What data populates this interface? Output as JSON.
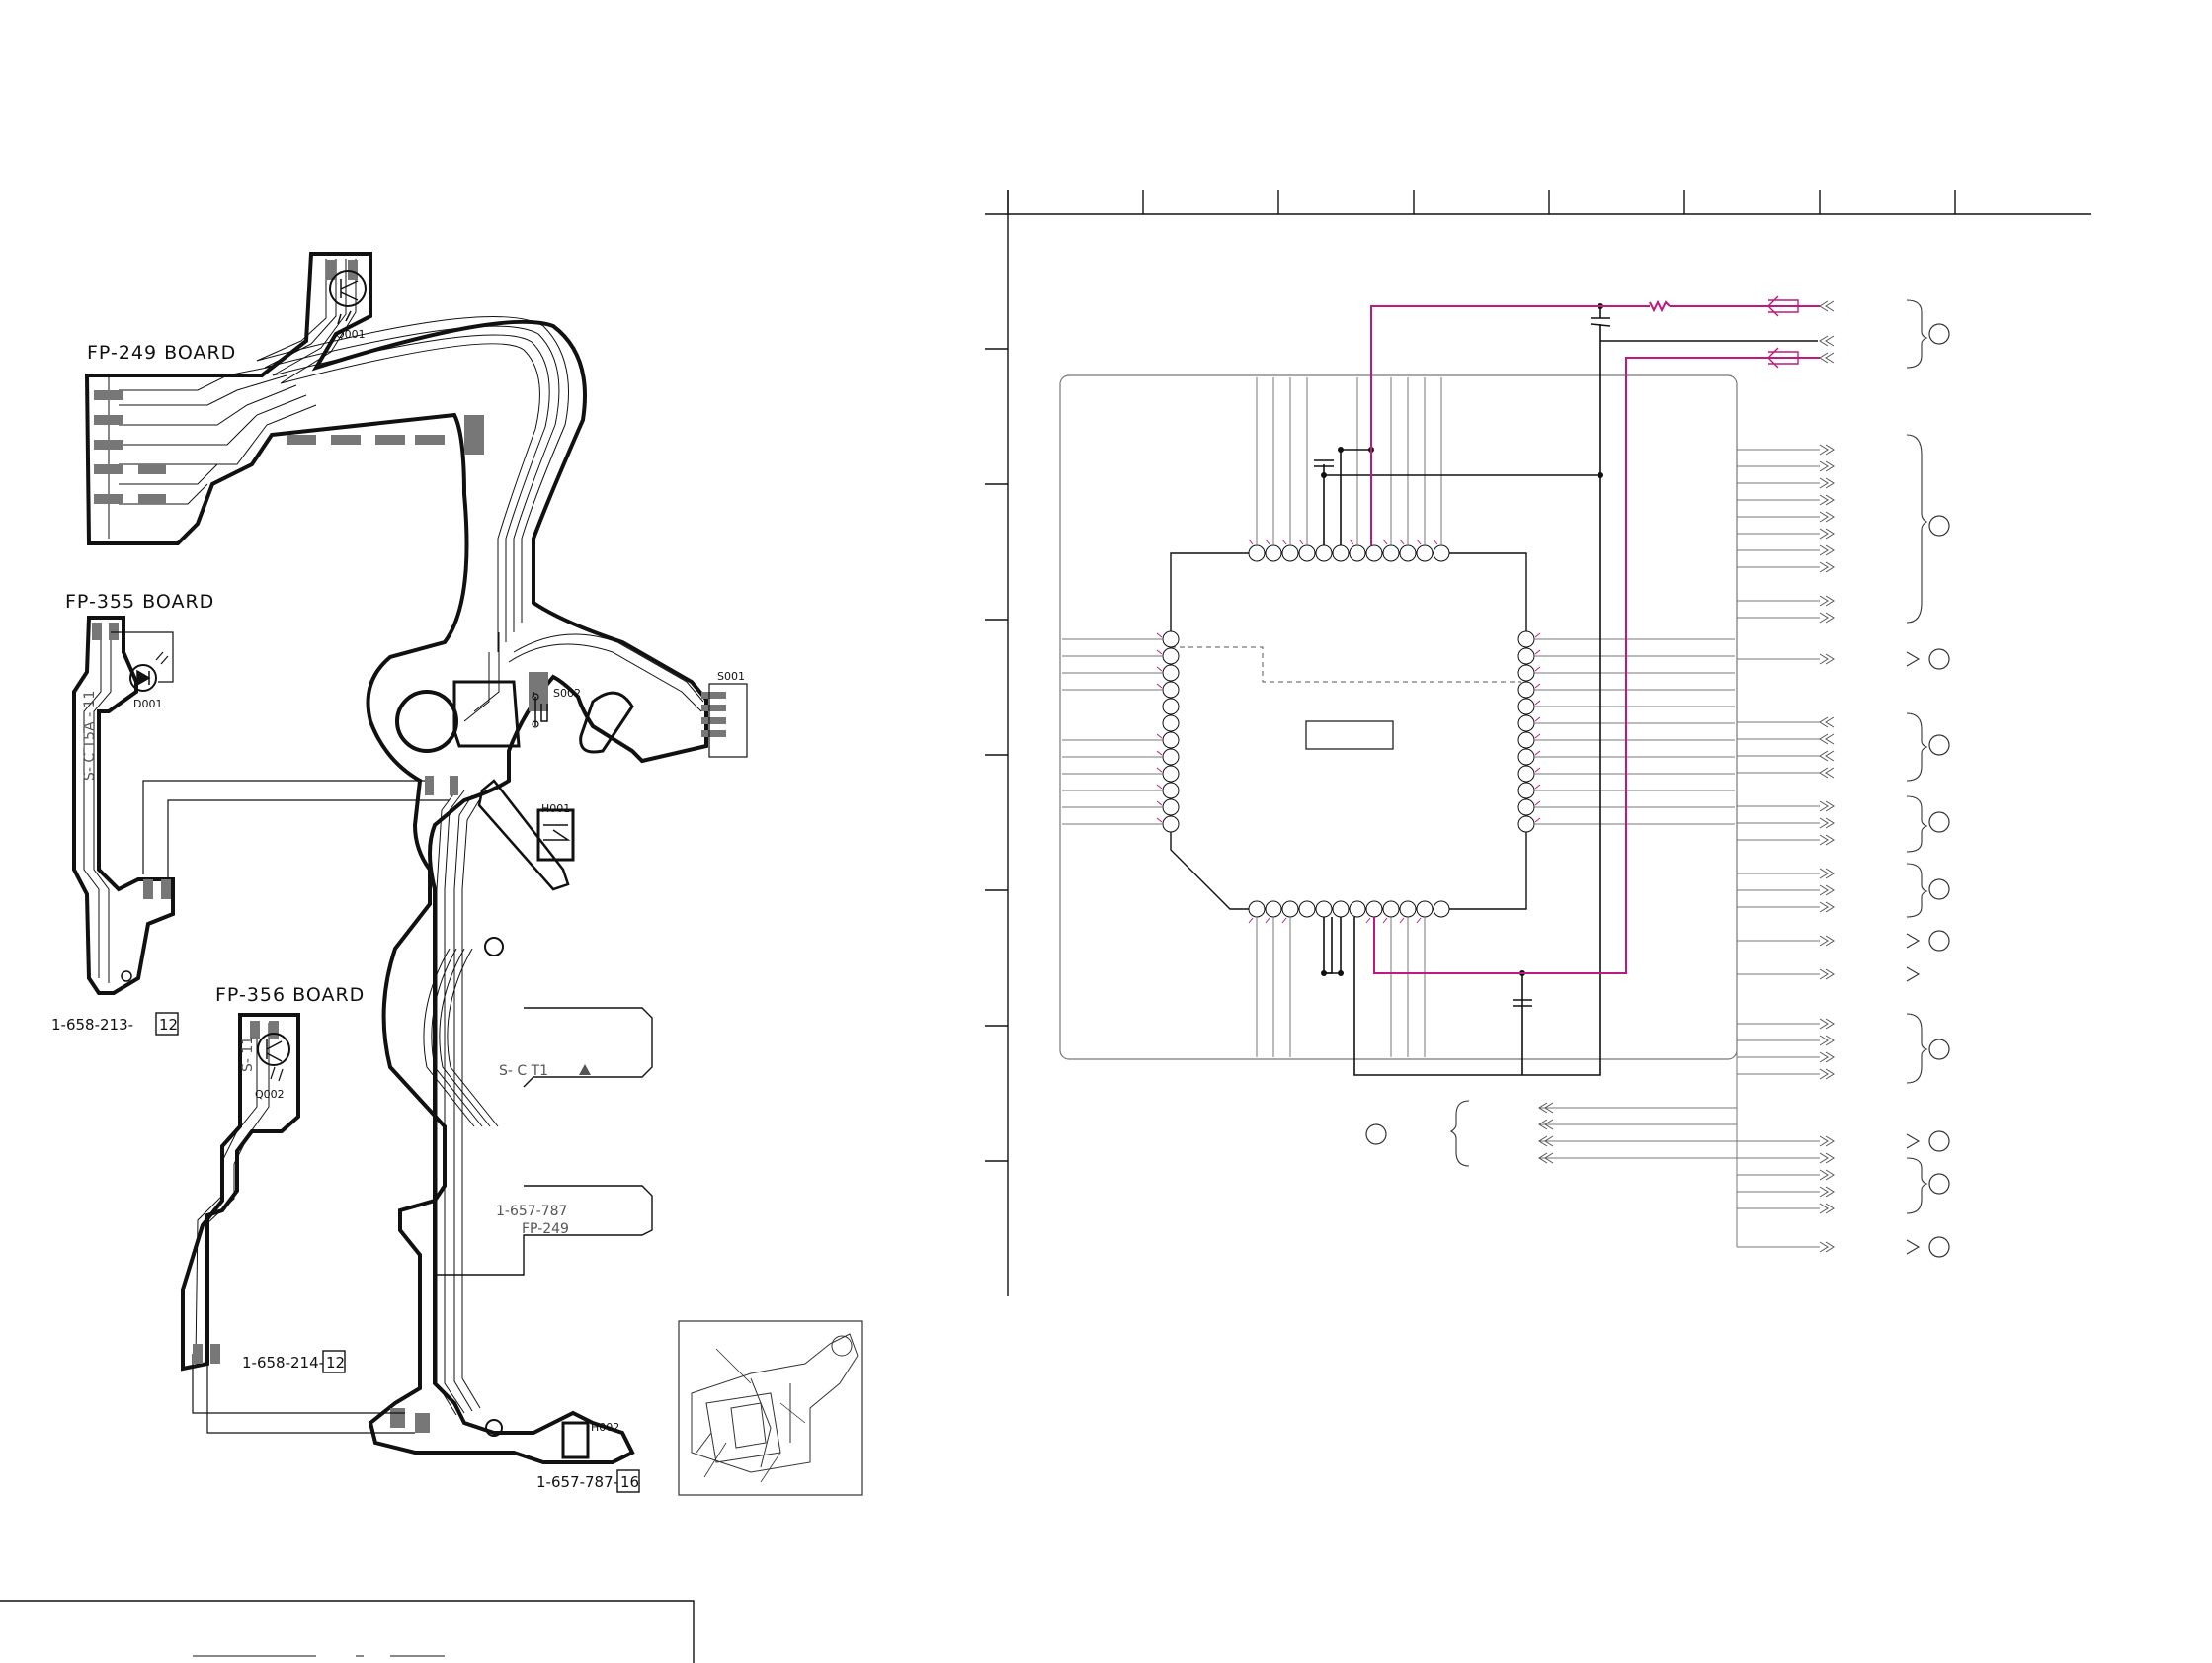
{
  "left_boards": {
    "fp249": {
      "title": "FP-249 BOARD",
      "part_no": "1-657-787-",
      "rev": "16",
      "silk_1": "S- C T1",
      "silk_2": "1-657-787",
      "silk_3": "FP-249"
    },
    "fp355": {
      "title": "FP-355 BOARD",
      "part_no": "1-658-213-",
      "rev": "12",
      "silk": "S- C T5A - 11"
    },
    "fp356": {
      "title": "FP-356 BOARD",
      "part_no": "1-658-214-",
      "rev": "12",
      "silk": "S- 11"
    }
  },
  "components": {
    "q001": "Q001",
    "q002": "Q002",
    "d001": "D001",
    "s001": "S001",
    "s002": "S002",
    "h001": "H001",
    "h002": "H002"
  },
  "colors": {
    "trace": "#111111",
    "signal_magenta": "#c0197d",
    "background": "#ffffff"
  }
}
